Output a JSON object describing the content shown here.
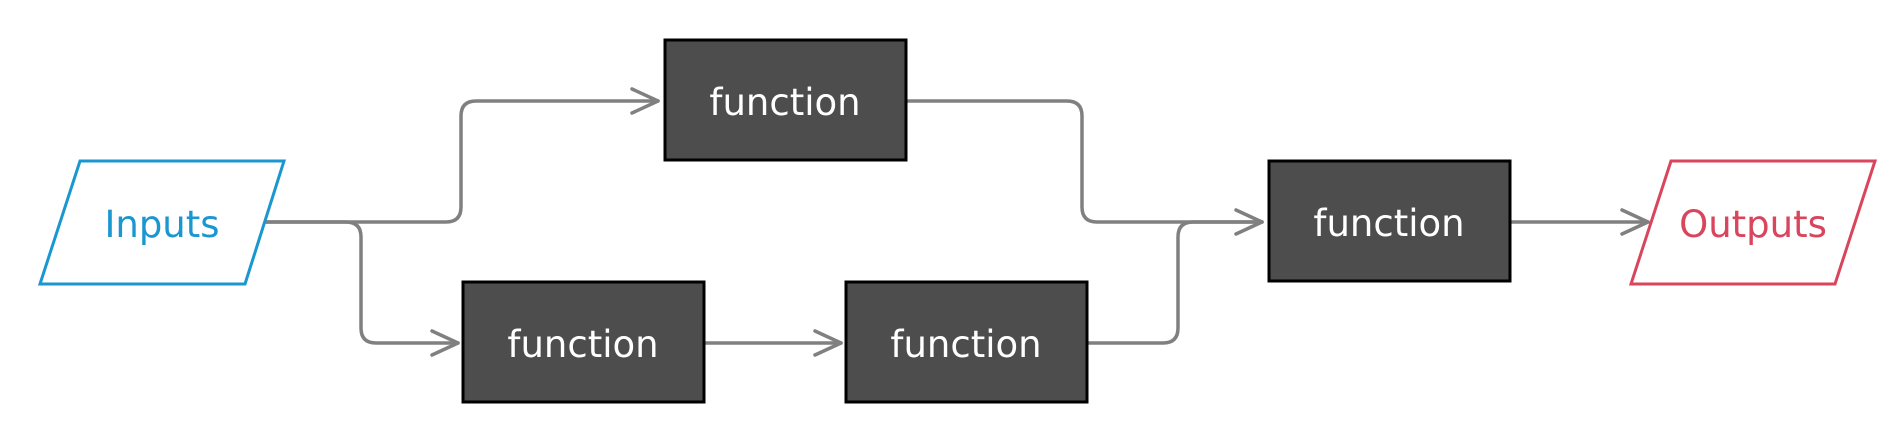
{
  "diagram": {
    "input_label": "Inputs",
    "output_label": "Outputs",
    "function_label": "function",
    "colors": {
      "input": "#1a96d0",
      "output": "#d9455c",
      "function_fill": "#4d4d4d",
      "edge": "#808080"
    },
    "nodes": {
      "input": {
        "label": "Inputs"
      },
      "function_top": {
        "label": "function"
      },
      "function_bottom_left": {
        "label": "function"
      },
      "function_bottom_right": {
        "label": "function"
      },
      "function_merge": {
        "label": "function"
      },
      "output": {
        "label": "Outputs"
      }
    }
  }
}
